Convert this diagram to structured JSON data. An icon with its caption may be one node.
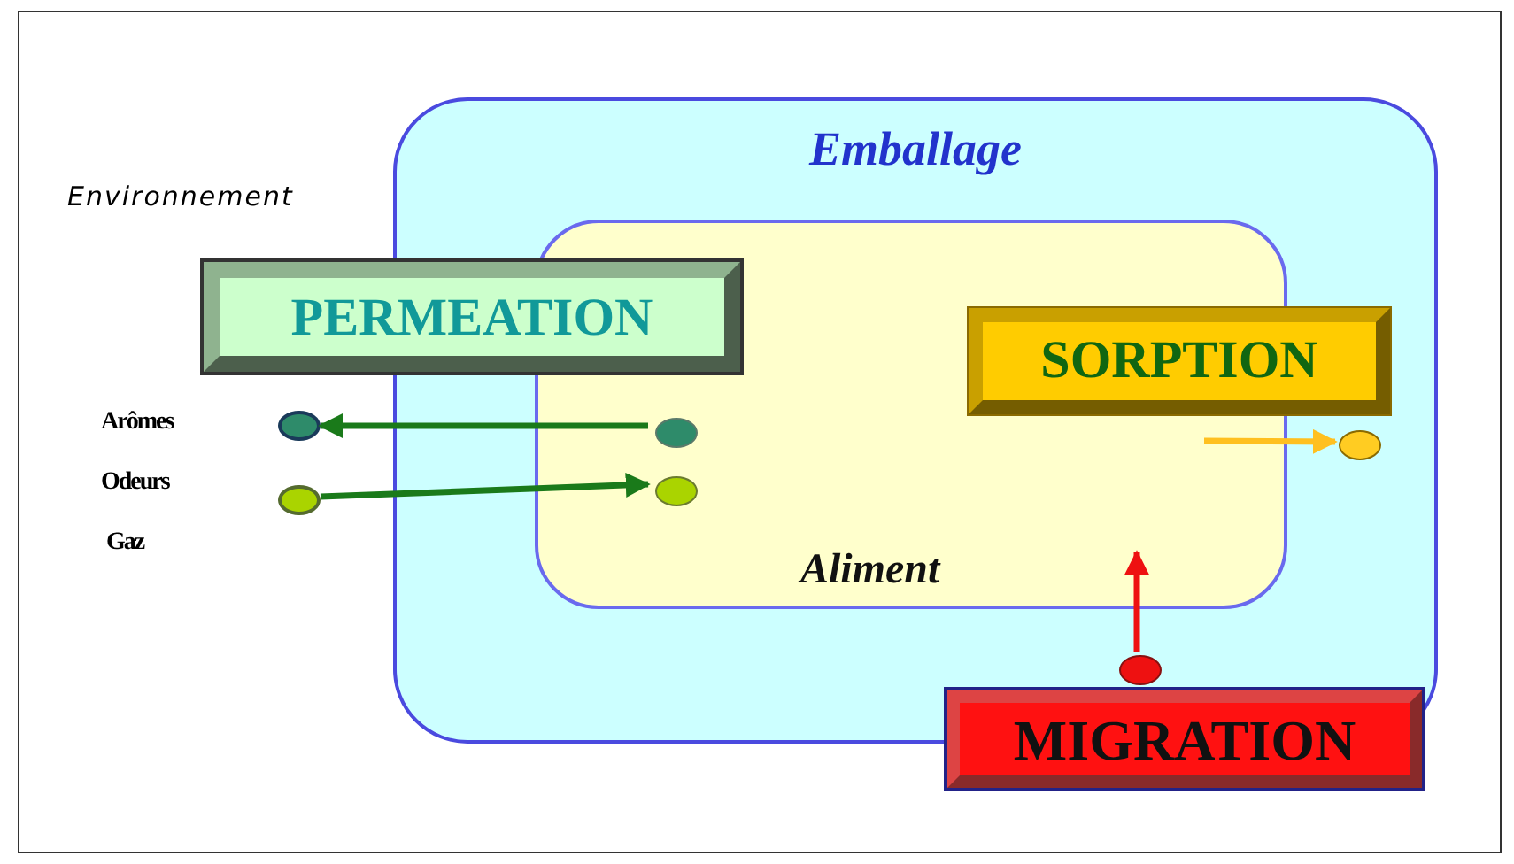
{
  "diagram": {
    "nodes": [
      {
        "text": [
          "Emballage"
        ]
      },
      {
        "text": [
          "Aliment"
        ],
        "in": 0
      },
      {
        "text": [
          "PERMEATION"
        ]
      },
      {
        "text": [
          "SORPTION"
        ],
        "in": 0
      },
      {
        "text": [
          "MIGRATION"
        ]
      },
      {
        "text": [],
        "shape": "circle"
      },
      {
        "text": [],
        "shape": "circle"
      },
      {
        "text": [],
        "shape": "circle",
        "in": 1
      },
      {
        "text": [],
        "shape": "circle",
        "in": 1
      },
      {
        "text": [],
        "shape": "circle",
        "in": 0
      },
      {
        "text": [],
        "shape": "circle",
        "in": 0
      }
    ],
    "edges": [
      {
        "from": 7,
        "to": 5,
        "arrow": "to",
        "color": "#1a7a1a"
      },
      {
        "from": 6,
        "to": 8,
        "arrow": "to",
        "color": "#1a7a1a"
      },
      {
        "from": null,
        "to": 9,
        "arrow": "to",
        "color": "#ffc020"
      },
      {
        "from": 10,
        "to": 1,
        "arrow": "to",
        "color": "#ee1111"
      }
    ],
    "labels": [
      "Environnement",
      "Arômes",
      "Odeurs",
      "Gaz"
    ]
  }
}
